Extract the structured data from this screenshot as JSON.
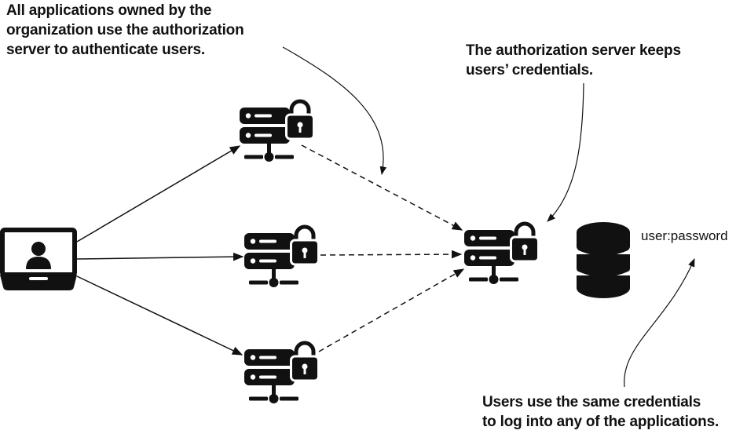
{
  "callouts": {
    "apps": "All applications owned by the\norganization use the authorization\nserver to authenticate users.",
    "auth_server": "The authorization server keeps\nusers’ credentials.",
    "same_credentials": "Users use the same credentials\nto log into any of the applications."
  },
  "credential_label": "user:password",
  "icons": [
    "laptop-user-icon",
    "locked-server-icon",
    "database-icon"
  ],
  "colors": {
    "ink": "#111111",
    "background": "#ffffff"
  }
}
